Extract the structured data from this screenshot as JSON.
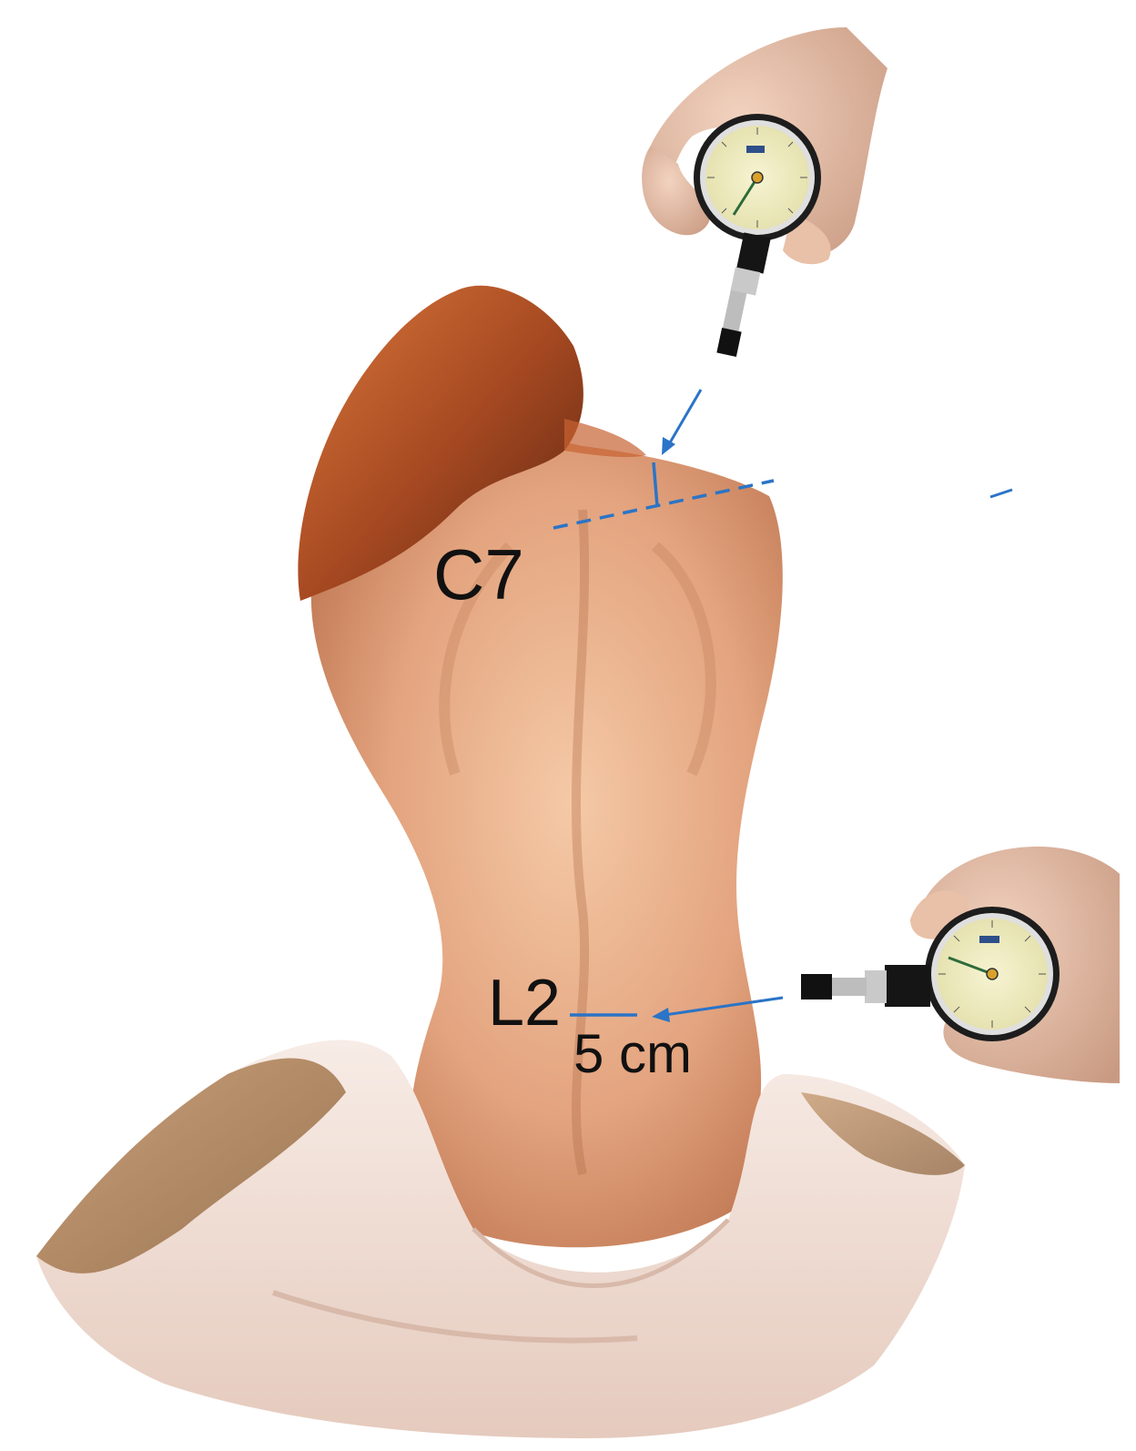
{
  "labels": {
    "c7": "C7",
    "l2": "L2",
    "distance": "5 cm"
  },
  "colors": {
    "annotation_line": "#2b74c7",
    "label_text": "#111111",
    "skin": "#e2a47e",
    "hair": "#b2522a",
    "drape": "#f4e6df",
    "dial_face": "#f1efc6"
  },
  "icons": {
    "top_device": "force-gauge-icon",
    "side_device": "force-gauge-icon"
  }
}
